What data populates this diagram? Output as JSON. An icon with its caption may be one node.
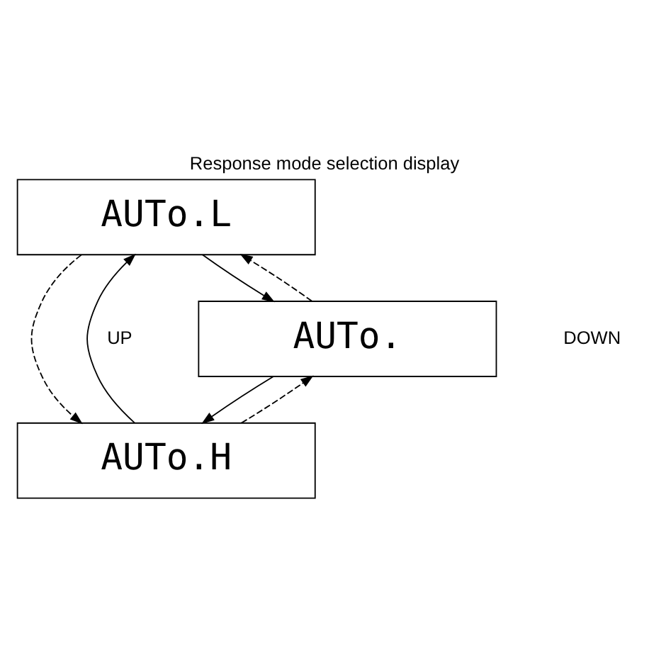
{
  "diagram": {
    "title": "Response mode selection display",
    "nodes": [
      {
        "text": [
          "AUTo.L"
        ]
      },
      {
        "text": [
          "AUTo."
        ]
      },
      {
        "text": [
          "AUTo.H"
        ]
      }
    ],
    "edges": [
      {
        "from": 0,
        "to": 1,
        "arrow": "to"
      },
      {
        "from": 1,
        "to": 2,
        "arrow": "to"
      },
      {
        "from": 2,
        "to": 0,
        "arrow": "to"
      },
      {
        "from": 2,
        "to": 1,
        "arrow": "to",
        "style": "dashed"
      },
      {
        "from": 1,
        "to": 0,
        "arrow": "to",
        "style": "dashed"
      },
      {
        "from": 0,
        "to": 2,
        "arrow": "to",
        "style": "dashed"
      }
    ],
    "labels": [
      "UP",
      "DOWN"
    ]
  }
}
